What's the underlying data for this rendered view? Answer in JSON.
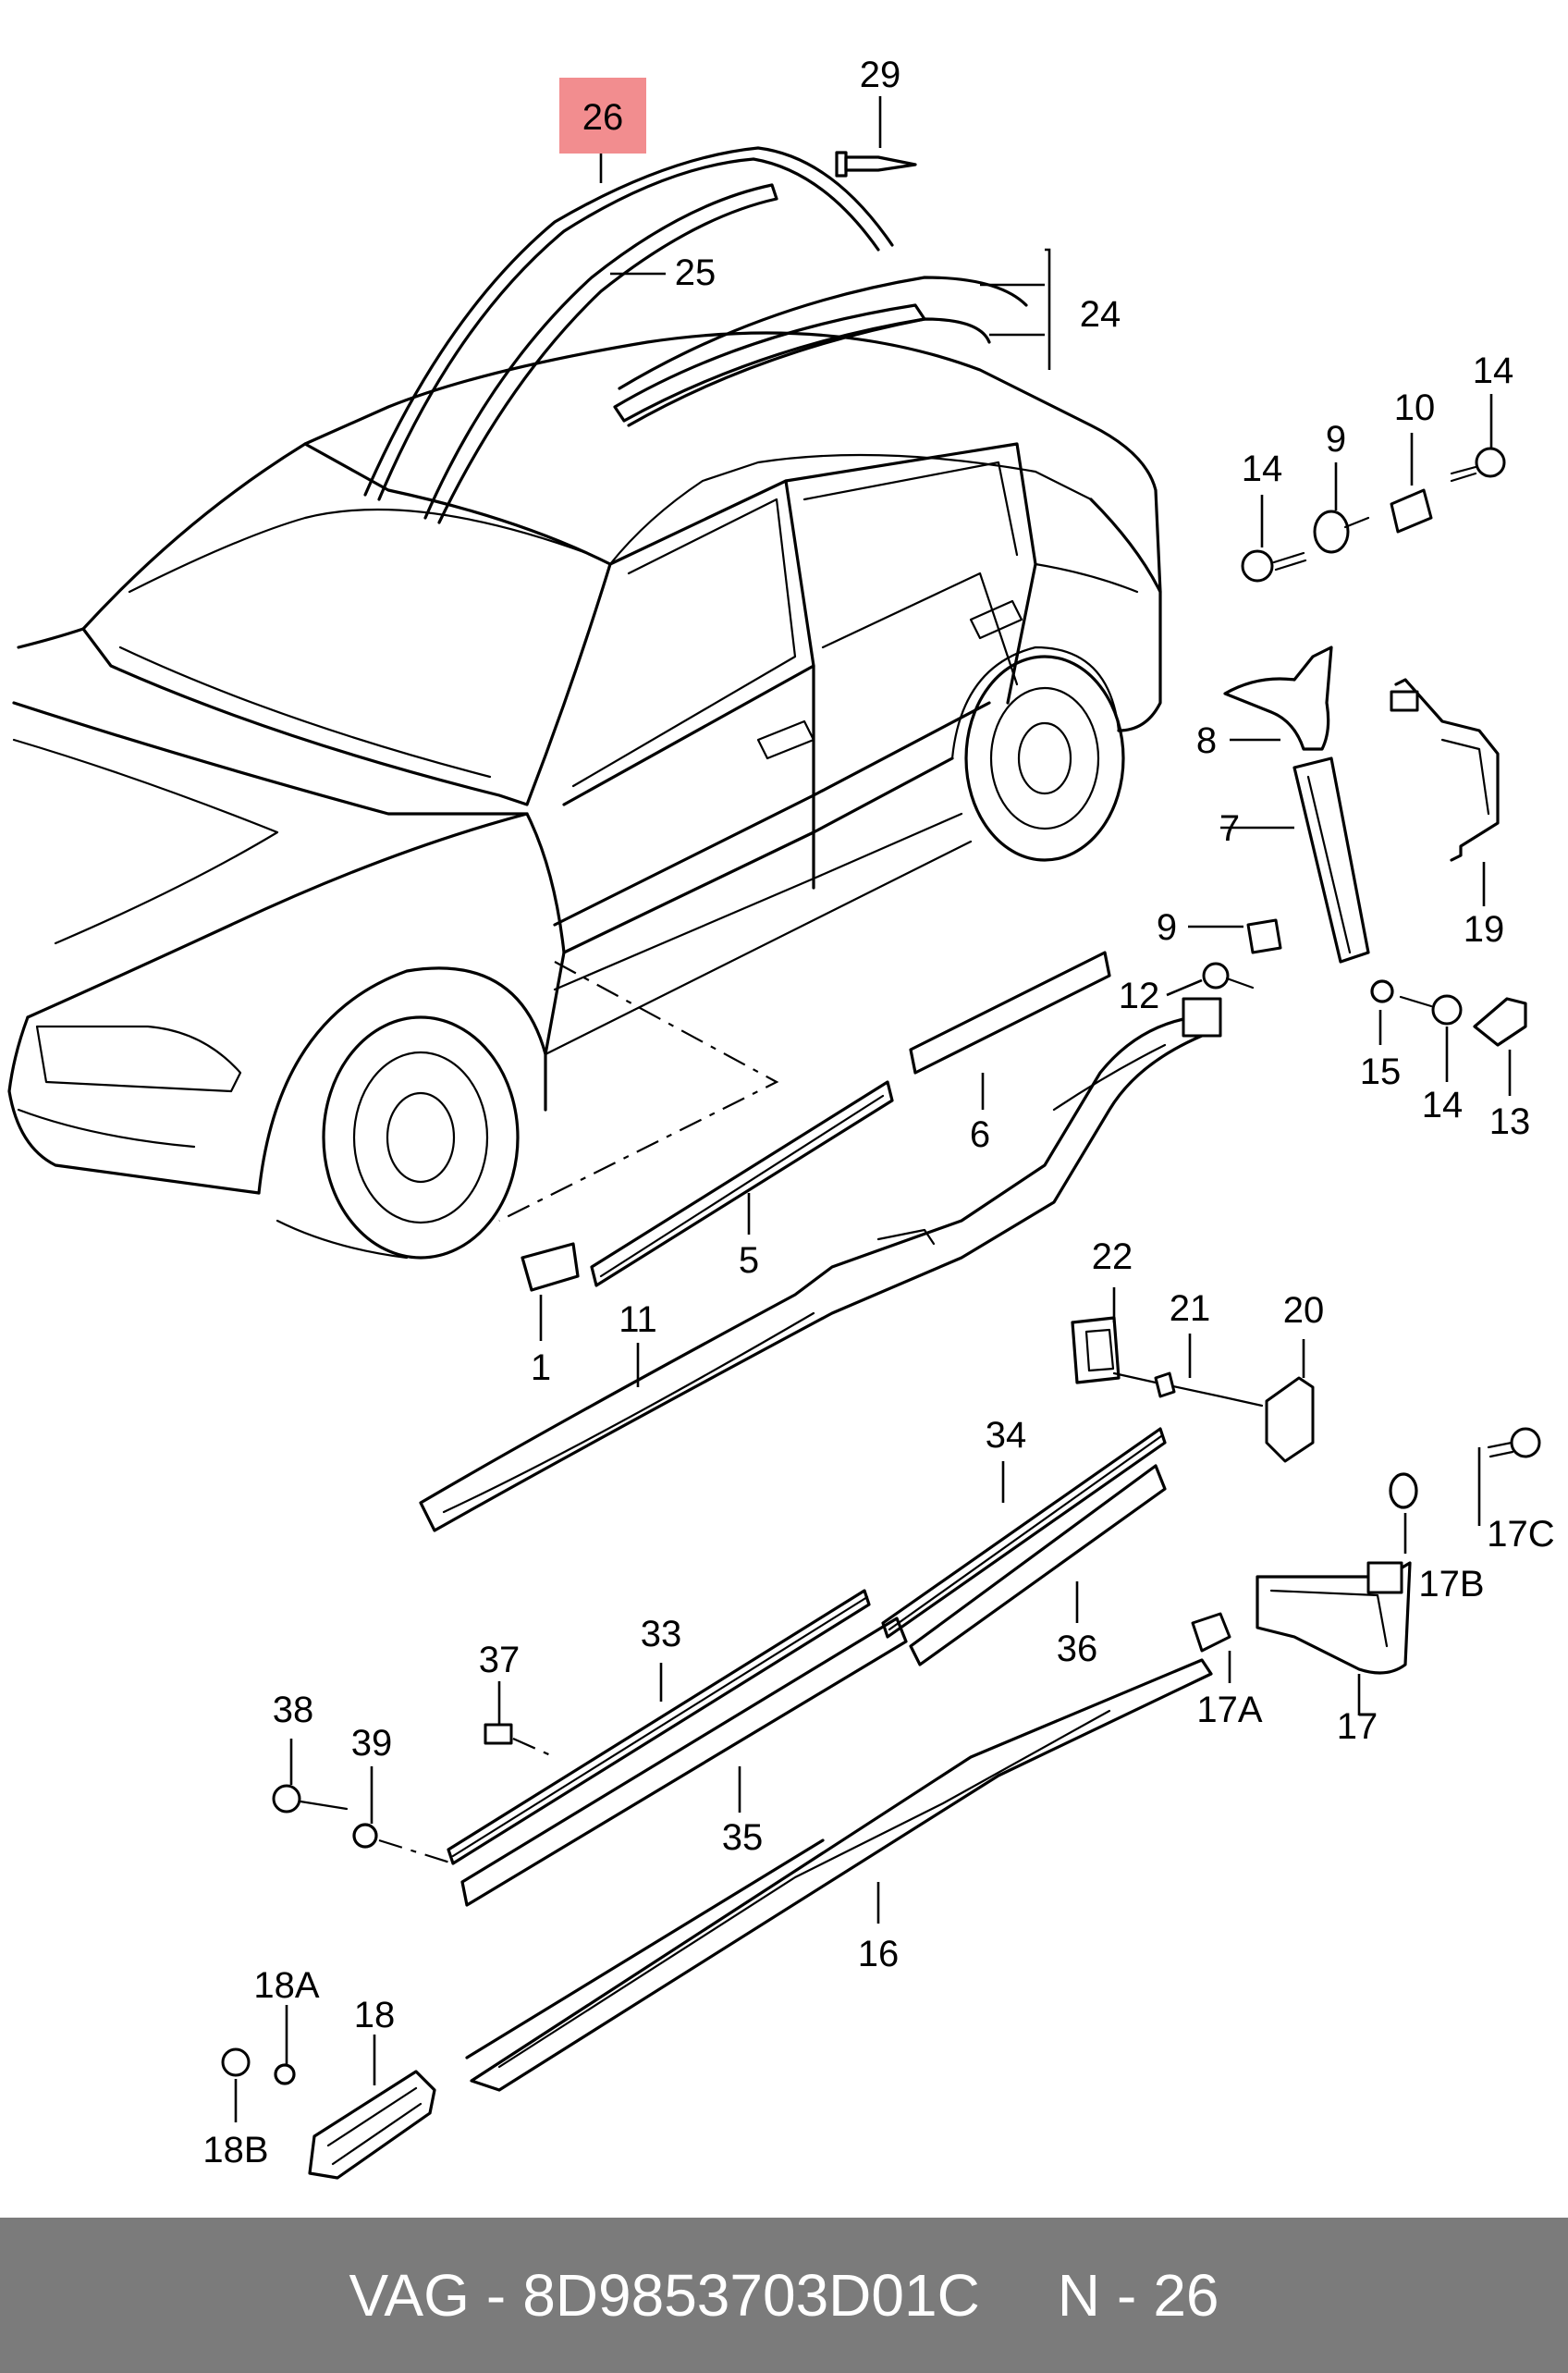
{
  "footer": {
    "brand": "VAG",
    "separator": "-",
    "part_number": "8D9853703D01C",
    "position_prefix": "N",
    "position_separator": "-",
    "position_number": "26"
  },
  "highlight_color": "#f28d8f",
  "footer_background": "#7b7b7b",
  "callouts": {
    "c1": "1",
    "c5": "5",
    "c6": "6",
    "c7": "7",
    "c8": "8",
    "c9a": "9",
    "c9b": "9",
    "c10": "10",
    "c11": "11",
    "c12": "12",
    "c13": "13",
    "c14a": "14",
    "c14b": "14",
    "c14c": "14",
    "c15": "15",
    "c16": "16",
    "c17": "17",
    "c17a": "17A",
    "c17b": "17B",
    "c17c": "17C",
    "c18": "18",
    "c18a": "18A",
    "c18b": "18B",
    "c19": "19",
    "c20": "20",
    "c21": "21",
    "c22": "22",
    "c24": "24",
    "c25": "25",
    "c26": "26",
    "c29": "29",
    "c33": "33",
    "c34": "34",
    "c35": "35",
    "c36": "36",
    "c37": "37",
    "c38": "38",
    "c39": "39"
  }
}
